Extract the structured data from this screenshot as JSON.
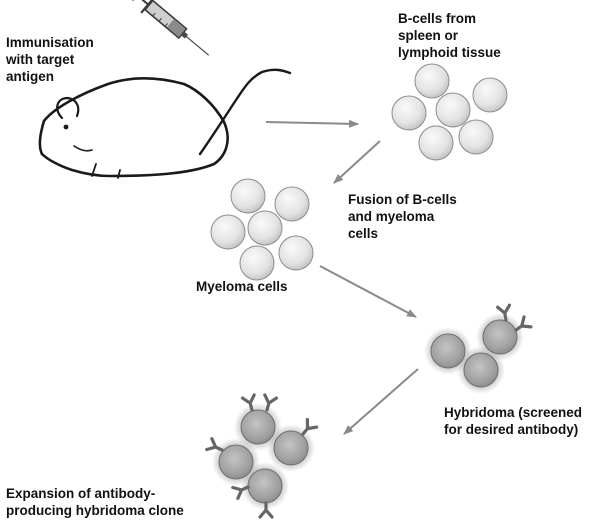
{
  "labels": {
    "immunisation": [
      "Immunisation",
      "with target",
      "antigen"
    ],
    "bcells": [
      "B-cells from",
      "spleen or",
      "lymphoid tissue"
    ],
    "fusion": [
      "Fusion of B-cells",
      "and myeloma",
      "cells"
    ],
    "myeloma": [
      "Myeloma cells"
    ],
    "hybridoma": [
      "Hybridoma (screened",
      "for desired antibody)"
    ],
    "expansion": [
      "Expansion of antibody-",
      "producing hybridoma clone"
    ]
  },
  "colors": {
    "cell_light": "#e6e6e6",
    "cell_dark": "#9a9a9a",
    "cell_edge": "#8c8c8c",
    "outline": "#1a1a1a",
    "arrow": "#8a8a8a",
    "antibody": "#666666"
  }
}
